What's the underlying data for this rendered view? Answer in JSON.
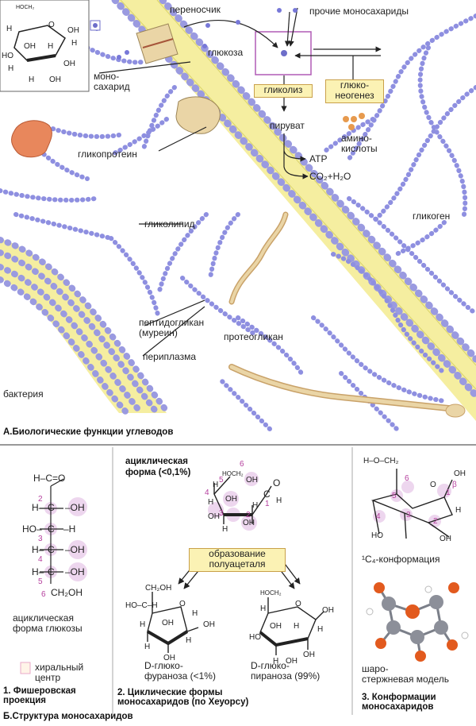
{
  "section_a": {
    "title": "А.Биологические функции углеводов",
    "transporter": "переносчик",
    "other_monosaccharides": "прочие моносахариды",
    "monosaccharide": "моно-\nсахарид",
    "glucose": "глюкоза",
    "glycolysis": "гликолиз",
    "gluconeogenesis": "глюко-\nнеогенез",
    "pyruvate": "пируват",
    "atp": "ATP",
    "co2_h2o": "CO₂+H₂O",
    "amino_acids": "амино-\nкислоты",
    "glycoprotein": "гликопротеин",
    "glycolipid": "гликолипид",
    "glycogen": "гликоген",
    "peptidoglycan": "пептидогликан\n(муреин)",
    "periplasm": "периплазма",
    "proteoglycan": "протеогликан",
    "bacterium": "бактерия",
    "inset_ring_atoms": [
      "HOCH₂",
      "O",
      "H",
      "H",
      "OH",
      "OH",
      "H",
      "HO",
      "OH",
      "H",
      "H",
      "OH"
    ]
  },
  "section_b": {
    "title": "Б.Структура моносахаридов",
    "fischer": {
      "top": "H–C=O",
      "rows": [
        {
          "left": "H–",
          "center": "C",
          "right": "–OH",
          "num": "2"
        },
        {
          "left": "HO–",
          "center": "C",
          "right": "–H",
          "num": "3"
        },
        {
          "left": "H–",
          "center": "C",
          "right": "–OH",
          "num": "4"
        },
        {
          "left": "H–",
          "center": "C",
          "right": "–OH",
          "num": "5"
        }
      ],
      "bottom": "CH₂OH",
      "bottom_num": "6",
      "caption": "ациклическая\nформа глюкозы",
      "legend": "хиральный\nцентр",
      "panel_title": "1. Фишеровская\nпроекция"
    },
    "haworth": {
      "acyclic_label": "ациклическая\nформа (<0,1%)",
      "hemiacetal": "образование\nполуацеталя",
      "furanose": "D-глюко-\nфураноза (<1%)",
      "pyranose": "D-глюко-\nпираноза (99%)",
      "panel_title": "2. Циклические формы\nмоносахаридов (по Хеуорсу)",
      "acyclic_atoms": [
        "HOCH₂",
        "6",
        "5",
        "H",
        "OH",
        "4",
        "OH",
        "H",
        "H",
        "OH",
        "2",
        "C",
        "1",
        "O",
        "H",
        "3",
        "H",
        "OH"
      ],
      "furanose_atoms": [
        "CH₂OH",
        "HO–C–H",
        "O",
        "OH",
        "H",
        "H",
        "OH",
        "H",
        "OH",
        "H"
      ],
      "pyranose_atoms": [
        "HOCH₂",
        "O",
        "H",
        "H",
        "OH",
        "OH",
        "H",
        "HO",
        "OH",
        "H",
        "OH"
      ]
    },
    "conformation": {
      "chair_label": "¹C₄-конформация",
      "model_label": "шаро-\nстержневая модель",
      "panel_title": "3. Конформации\nмоносахаридов",
      "chair_atoms": [
        "H–O–CH₂",
        "6",
        "5",
        "O",
        "β",
        "1",
        "OH",
        "H",
        "4",
        "3",
        "2",
        "HO",
        "OH"
      ]
    }
  },
  "colors": {
    "membrane_yellow": "#f5eea0",
    "bead_blue": "#8e8fe0",
    "transporter_tan": "#ead5a6",
    "glycoprotein_orange": "#e8875c",
    "highlight_pink": "#edd6ee",
    "box_yellow": "#fbf2b4",
    "atom_orange": "#e25a1e",
    "atom_gray": "#8c8f99"
  },
  "icons": [
    "membrane",
    "transporter-protein",
    "glycoprotein-blob",
    "proteoglycan-chain",
    "glucose-square-marker",
    "amino-acid-dots"
  ]
}
